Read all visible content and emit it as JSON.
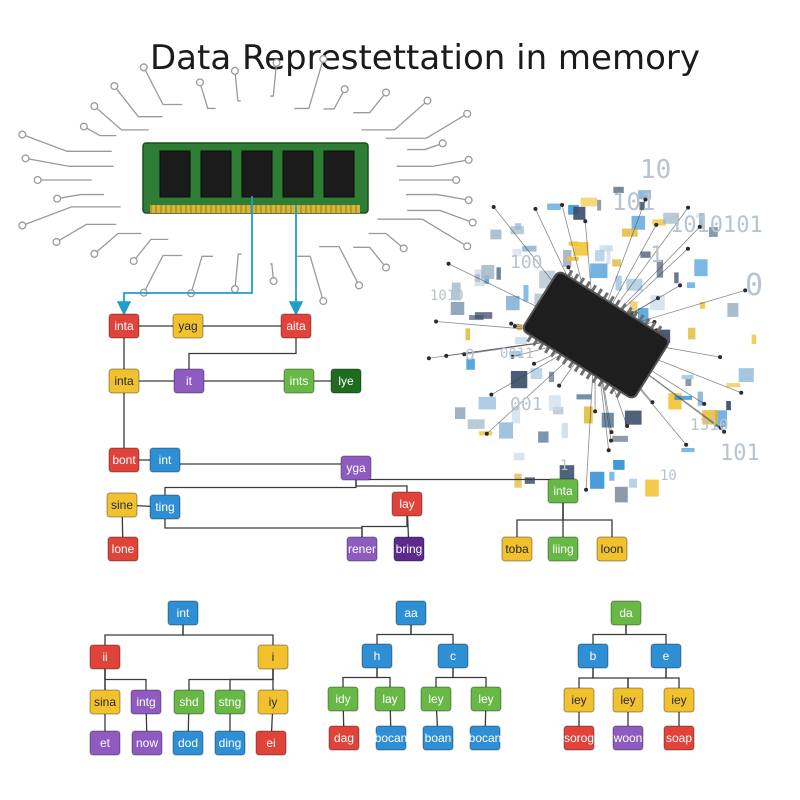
{
  "title": "Data Represtettation in memory",
  "colors": {
    "red": "#e0433a",
    "yellow": "#f2c12e",
    "purple": "#8e5cc0",
    "green": "#68b845",
    "darkgreen": "#1f6b1f",
    "blue": "#2f8fd5",
    "darkpurple": "#5b2a8c",
    "line": "#3a3a3a",
    "accent_line": "#1f9ec9",
    "ram_board": "#2d7d34",
    "ram_chip": "#1b1b1b",
    "ram_pins": "#d8b437",
    "circuit": "#9a9a9a"
  },
  "ram_module": {
    "icon": "ram-chip-icon"
  },
  "cpu": {
    "icon": "cpu-chip-icon",
    "binary_labels": [
      "10",
      "101",
      "1010101",
      "100",
      "1",
      "0",
      "1010",
      "0011",
      "001",
      "1310",
      "101",
      "10",
      "0",
      "1"
    ]
  },
  "nodes": [
    {
      "id": "n1",
      "label": "inta",
      "color": "red"
    },
    {
      "id": "n2",
      "label": "yag",
      "color": "yellow"
    },
    {
      "id": "n3",
      "label": "aita",
      "color": "red"
    },
    {
      "id": "n4",
      "label": "inta",
      "color": "yellow"
    },
    {
      "id": "n5",
      "label": "it",
      "color": "purple"
    },
    {
      "id": "n6",
      "label": "ints",
      "color": "green"
    },
    {
      "id": "n7",
      "label": "lye",
      "color": "darkgreen"
    },
    {
      "id": "n8",
      "label": "bont",
      "color": "red"
    },
    {
      "id": "n9",
      "label": "int",
      "color": "blue"
    },
    {
      "id": "n10",
      "label": "yga",
      "color": "purple"
    },
    {
      "id": "n11",
      "label": "sine",
      "color": "yellow"
    },
    {
      "id": "n12",
      "label": "ting",
      "color": "blue"
    },
    {
      "id": "n13",
      "label": "lay",
      "color": "red"
    },
    {
      "id": "n14",
      "label": "inta",
      "color": "green"
    },
    {
      "id": "n15",
      "label": "lone",
      "color": "red"
    },
    {
      "id": "n16",
      "label": "rener",
      "color": "purple"
    },
    {
      "id": "n17",
      "label": "bring",
      "color": "darkpurple"
    },
    {
      "id": "n18",
      "label": "toba",
      "color": "yellow"
    },
    {
      "id": "n19",
      "label": "liing",
      "color": "green"
    },
    {
      "id": "n20",
      "label": "loon",
      "color": "yellow"
    },
    {
      "id": "t1",
      "label": "int",
      "color": "blue"
    },
    {
      "id": "t2",
      "label": "ii",
      "color": "red"
    },
    {
      "id": "t3",
      "label": "i",
      "color": "yellow"
    },
    {
      "id": "t4",
      "label": "sina",
      "color": "yellow"
    },
    {
      "id": "t5",
      "label": "intg",
      "color": "purple"
    },
    {
      "id": "t6",
      "label": "shd",
      "color": "green"
    },
    {
      "id": "t7",
      "label": "stng",
      "color": "green"
    },
    {
      "id": "t8",
      "label": "iy",
      "color": "yellow"
    },
    {
      "id": "t9",
      "label": "et",
      "color": "purple"
    },
    {
      "id": "t10",
      "label": "now",
      "color": "purple"
    },
    {
      "id": "t11",
      "label": "dod",
      "color": "blue"
    },
    {
      "id": "t12",
      "label": "ding",
      "color": "blue"
    },
    {
      "id": "t13",
      "label": "ei",
      "color": "red"
    },
    {
      "id": "u1",
      "label": "aa",
      "color": "blue"
    },
    {
      "id": "u2",
      "label": "h",
      "color": "blue"
    },
    {
      "id": "u3",
      "label": "c",
      "color": "blue"
    },
    {
      "id": "u4",
      "label": "idy",
      "color": "green"
    },
    {
      "id": "u5",
      "label": "lay",
      "color": "green"
    },
    {
      "id": "u6",
      "label": "ley",
      "color": "green"
    },
    {
      "id": "u7",
      "label": "ley",
      "color": "green"
    },
    {
      "id": "u8",
      "label": "dag",
      "color": "red"
    },
    {
      "id": "u9",
      "label": "bocan",
      "color": "blue"
    },
    {
      "id": "u10",
      "label": "boan",
      "color": "blue"
    },
    {
      "id": "u11",
      "label": "bocan",
      "color": "blue"
    },
    {
      "id": "v1",
      "label": "da",
      "color": "green"
    },
    {
      "id": "v2",
      "label": "b",
      "color": "blue"
    },
    {
      "id": "v3",
      "label": "e",
      "color": "blue"
    },
    {
      "id": "v4",
      "label": "iey",
      "color": "yellow"
    },
    {
      "id": "v5",
      "label": "ley",
      "color": "yellow"
    },
    {
      "id": "v6",
      "label": "iey",
      "color": "yellow"
    },
    {
      "id": "v7",
      "label": "sorog",
      "color": "red"
    },
    {
      "id": "v8",
      "label": "woon",
      "color": "purple"
    },
    {
      "id": "v9",
      "label": "soap",
      "color": "red"
    }
  ],
  "edges": [
    [
      "n1",
      "n2"
    ],
    [
      "n2",
      "n3"
    ],
    [
      "n1",
      "n8"
    ],
    [
      "n3",
      "n5"
    ],
    [
      "n5",
      "n4"
    ],
    [
      "n5",
      "n6"
    ],
    [
      "n6",
      "n7"
    ],
    [
      "n8",
      "n9"
    ],
    [
      "n9",
      "n10"
    ],
    [
      "n10",
      "n12"
    ],
    [
      "n10",
      "n13"
    ],
    [
      "n10",
      "n14"
    ],
    [
      "n11",
      "n12"
    ],
    [
      "n12",
      "n16"
    ],
    [
      "n13",
      "n16"
    ],
    [
      "n13",
      "n17"
    ],
    [
      "n14",
      "n18"
    ],
    [
      "n14",
      "n19"
    ],
    [
      "n14",
      "n20"
    ],
    [
      "n11",
      "n15"
    ],
    [
      "t1",
      "t2"
    ],
    [
      "t1",
      "t3"
    ],
    [
      "t2",
      "t4"
    ],
    [
      "t2",
      "t5"
    ],
    [
      "t2",
      "t9"
    ],
    [
      "t3",
      "t6"
    ],
    [
      "t3",
      "t7"
    ],
    [
      "t3",
      "t8"
    ],
    [
      "t5",
      "t10"
    ],
    [
      "t6",
      "t11"
    ],
    [
      "t7",
      "t12"
    ],
    [
      "t8",
      "t13"
    ],
    [
      "u1",
      "u2"
    ],
    [
      "u1",
      "u3"
    ],
    [
      "u2",
      "u4"
    ],
    [
      "u2",
      "u5"
    ],
    [
      "u3",
      "u6"
    ],
    [
      "u3",
      "u7"
    ],
    [
      "u4",
      "u8"
    ],
    [
      "u5",
      "u9"
    ],
    [
      "u6",
      "u10"
    ],
    [
      "u7",
      "u11"
    ],
    [
      "v1",
      "v2"
    ],
    [
      "v1",
      "v3"
    ],
    [
      "v2",
      "v4"
    ],
    [
      "v2",
      "v5"
    ],
    [
      "v3",
      "v5"
    ],
    [
      "v3",
      "v6"
    ],
    [
      "v4",
      "v7"
    ],
    [
      "v5",
      "v8"
    ],
    [
      "v6",
      "v9"
    ]
  ]
}
